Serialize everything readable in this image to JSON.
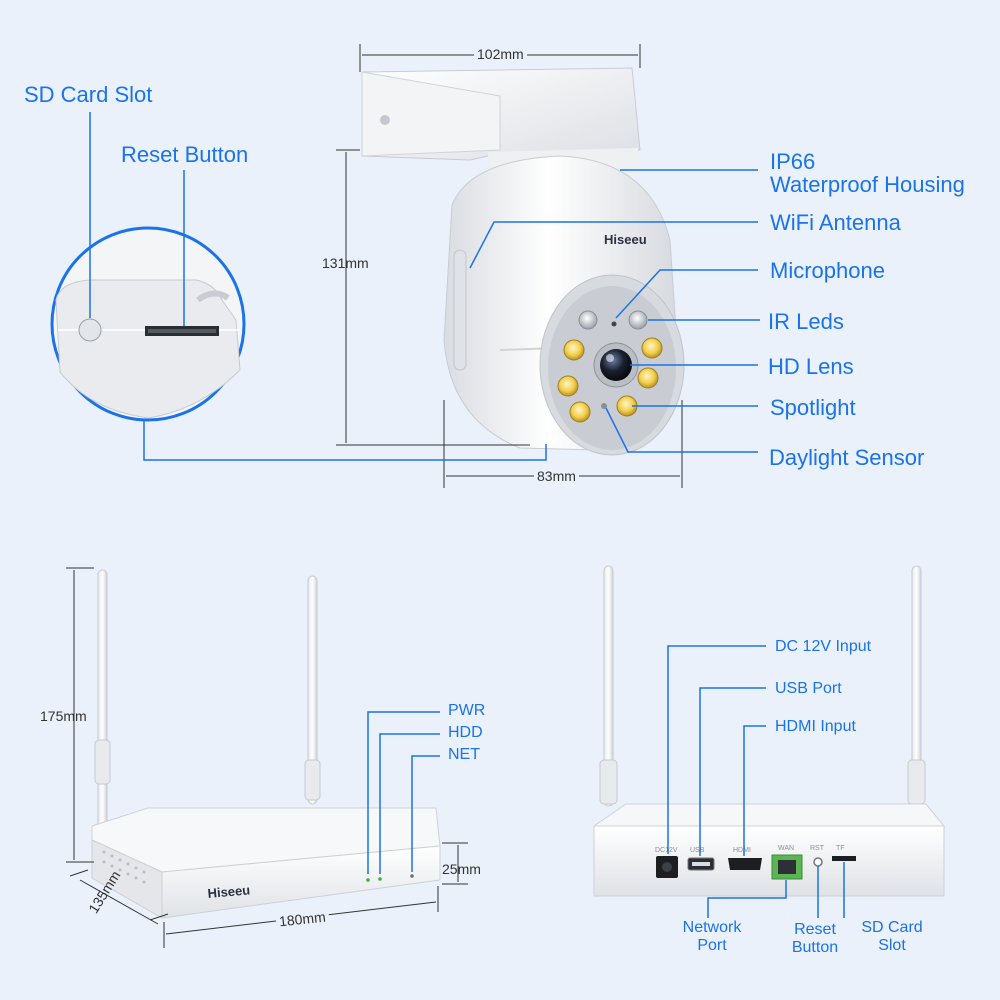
{
  "camera": {
    "dimensions": {
      "width_top": "102mm",
      "height": "131mm",
      "width_bottom": "83mm"
    },
    "callouts_left": {
      "sd_card_slot": "SD Card Slot",
      "reset_button": "Reset Button"
    },
    "callouts_right": {
      "ip66_line1": "IP66",
      "ip66_line2": "Waterproof Housing",
      "wifi_antenna": "WiFi Antenna",
      "microphone": "Microphone",
      "ir_leds": "IR Leds",
      "hd_lens": "HD Lens",
      "spotlight": "Spotlight",
      "daylight_sensor": "Daylight Sensor"
    },
    "brand": "Hiseeu"
  },
  "nvr_front": {
    "dimensions": {
      "height": "175mm",
      "thickness": "25mm",
      "width": "180mm",
      "depth": "135mm"
    },
    "indicators": {
      "pwr": "PWR",
      "hdd": "HDD",
      "net": "NET"
    },
    "brand": "Hiseeu"
  },
  "nvr_rear": {
    "port_labels": {
      "dc": "DC 12V Input",
      "usb": "USB Port",
      "hdmi": "HDMI Input"
    },
    "bottom_labels": {
      "network_line1": "Network",
      "network_line2": "Port",
      "reset_line1": "Reset",
      "reset_line2": "Button",
      "sd_line1": "SD Card",
      "sd_line2": "Slot"
    },
    "silk": {
      "dc": "DC12V",
      "usb": "USB",
      "hdmi": "HDMI",
      "wan": "WAN",
      "rst": "RST",
      "tf": "TF"
    }
  },
  "colors": {
    "accent": "#1a73e8",
    "background": "#eaf1fb"
  }
}
